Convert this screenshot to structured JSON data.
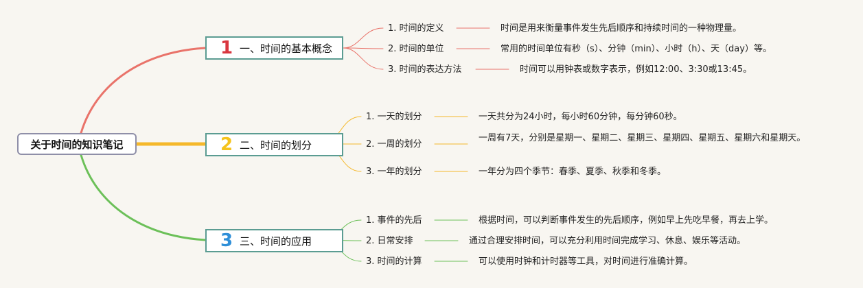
{
  "root": {
    "label": "关于时间的知识笔记"
  },
  "branches": [
    {
      "number": "1",
      "label": "一、时间的基本概念",
      "color": "#e9736a",
      "numColor": "#d9363e",
      "items": [
        {
          "label": "1. 时间的定义",
          "text": "时间是用来衡量事件发生先后顺序和持续时间的一种物理量。"
        },
        {
          "label": "2. 时间的单位",
          "text": "常用的时间单位有秒（s）、分钟（min）、小时（h）、天（day）等。"
        },
        {
          "label": "3. 时间的表达方法",
          "text": "时间可以用钟表或数字表示，例如12:00、3:30或13:45。"
        }
      ]
    },
    {
      "number": "2",
      "label": "二、时间的划分",
      "color": "#f5b82a",
      "numColor": "#f5c31c",
      "items": [
        {
          "label": "1. 一天的划分",
          "text": "一天共分为24小时，每小时60分钟，每分钟60秒。"
        },
        {
          "label": "2. 一周的划分",
          "text": "一周有7天，分别是星期一、星期二、星期三、星期四、星期五、星期六和星期天。"
        },
        {
          "label": "3. 一年的划分",
          "text": "一年分为四个季节：春季、夏季、秋季和冬季。"
        }
      ]
    },
    {
      "number": "3",
      "label": "三、时间的应用",
      "color": "#6cc059",
      "numColor": "#2f8fd8",
      "items": [
        {
          "label": "1. 事件的先后",
          "text": "根据时间，可以判断事件发生的先后顺序，例如早上先吃早餐，再去上学。"
        },
        {
          "label": "2. 日常安排",
          "text": "通过合理安排时间，可以充分利用时间完成学习、休息、娱乐等活动。"
        },
        {
          "label": "3. 时间的计算",
          "text": "可以使用时钟和计时器等工具，对时间进行准确计算。"
        }
      ]
    }
  ]
}
